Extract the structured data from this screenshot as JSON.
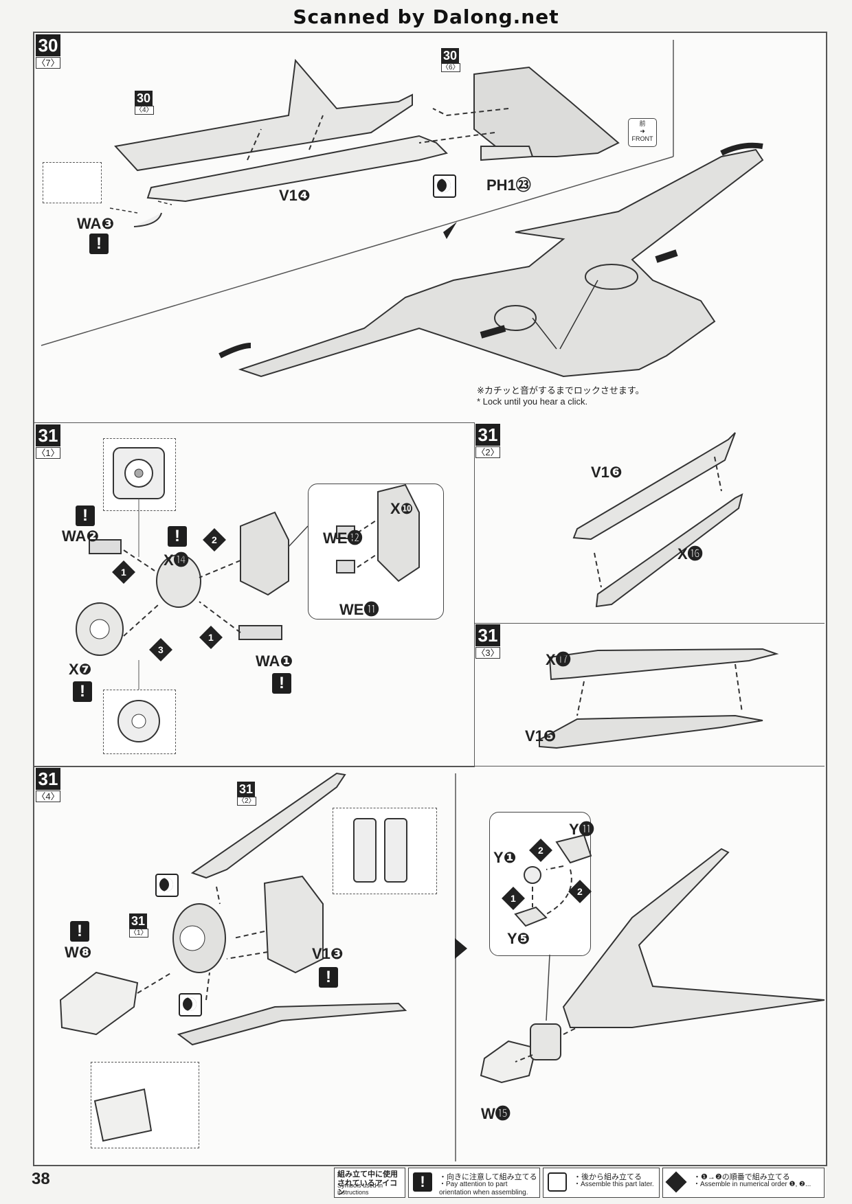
{
  "watermark": "Scanned by Dalong.net",
  "page_number": "38",
  "steps": {
    "s30_7": {
      "num": "30",
      "sub": "〈7〉"
    },
    "s31_1": {
      "num": "31",
      "sub": "〈1〉"
    },
    "s31_2": {
      "num": "31",
      "sub": "〈2〉"
    },
    "s31_3": {
      "num": "31",
      "sub": "〈3〉"
    },
    "s31_4": {
      "num": "31",
      "sub": "〈4〉"
    }
  },
  "refs": {
    "r30_4": {
      "num": "30",
      "sub": "〈4〉"
    },
    "r30_6": {
      "num": "30",
      "sub": "〈6〉"
    },
    "r31_2": {
      "num": "31",
      "sub": "〈2〉"
    },
    "r31_1": {
      "num": "31",
      "sub": "〈1〉"
    }
  },
  "parts": {
    "v1_4": "V1❹",
    "ph1_23": "PH1㉓",
    "wa_3": "WA❸",
    "wa_2": "WA❷",
    "x_14": "X⓮",
    "x_10": "X❿",
    "we_12": "WE⓬",
    "we_11": "WE⓫",
    "x_7": "X❼",
    "wa_1": "WA❶",
    "v1_6": "V1❻",
    "x_16": "X⓰",
    "x_17": "X⓱",
    "v1_5": "V1❺",
    "w_8": "W❽",
    "v1_3": "V1❸",
    "y_11": "Y⓫",
    "y_1": "Y❶",
    "y_5": "Y❺",
    "w_15": "W⓯"
  },
  "front": {
    "jp": "前",
    "en": "FRONT"
  },
  "lock_note": {
    "jp": "※カチッと音がするまでロックさせます。",
    "en": "* Lock until you hear a click."
  },
  "seq": {
    "one": "1",
    "two": "2",
    "three": "3"
  },
  "warn_mark": "!",
  "legend": {
    "title_jp": "組み立て中に使用されているアイコン",
    "title_en": "Symbols used in instructions",
    "attention_jp": "・向きに注意して組み立てる",
    "attention_en": "・Pay attention to part orientation when assembling.",
    "later_jp": "・後から組み立てる",
    "later_en": "・Assemble this part later.",
    "order_jp": "・❶→❷の順番で組み立てる",
    "order_en": "・Assemble in numerical order ❶, ❷..."
  }
}
